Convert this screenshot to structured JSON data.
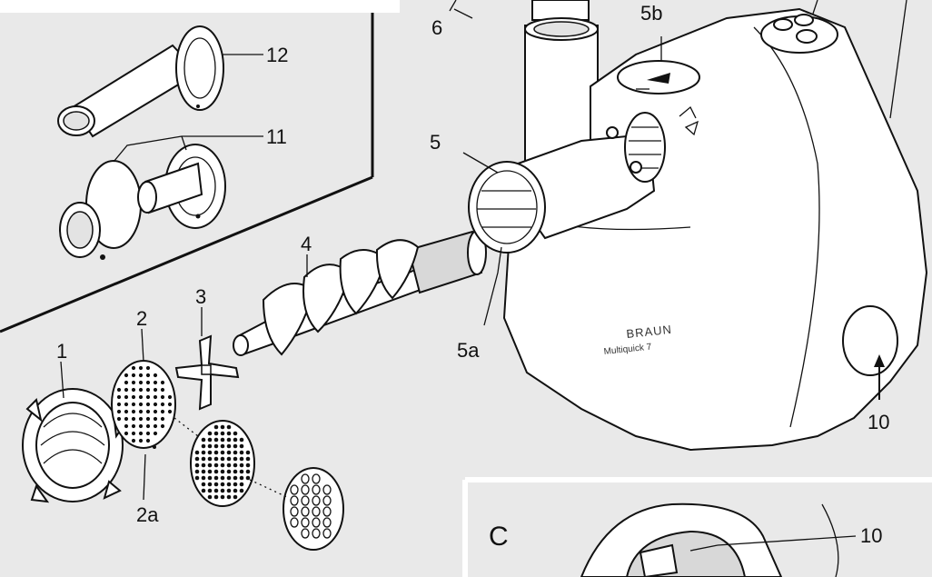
{
  "callouts": {
    "c1": "1",
    "c2": "2",
    "c2a": "2a",
    "c3": "3",
    "c4": "4",
    "c5": "5",
    "c5a": "5a",
    "c5b": "5b",
    "c6": "6",
    "c10": "10",
    "c11": "11",
    "c12": "12"
  },
  "inset": {
    "label": "C",
    "callout": "10"
  },
  "device": {
    "brand": "BRAUN",
    "model": "Multiquick 7"
  }
}
